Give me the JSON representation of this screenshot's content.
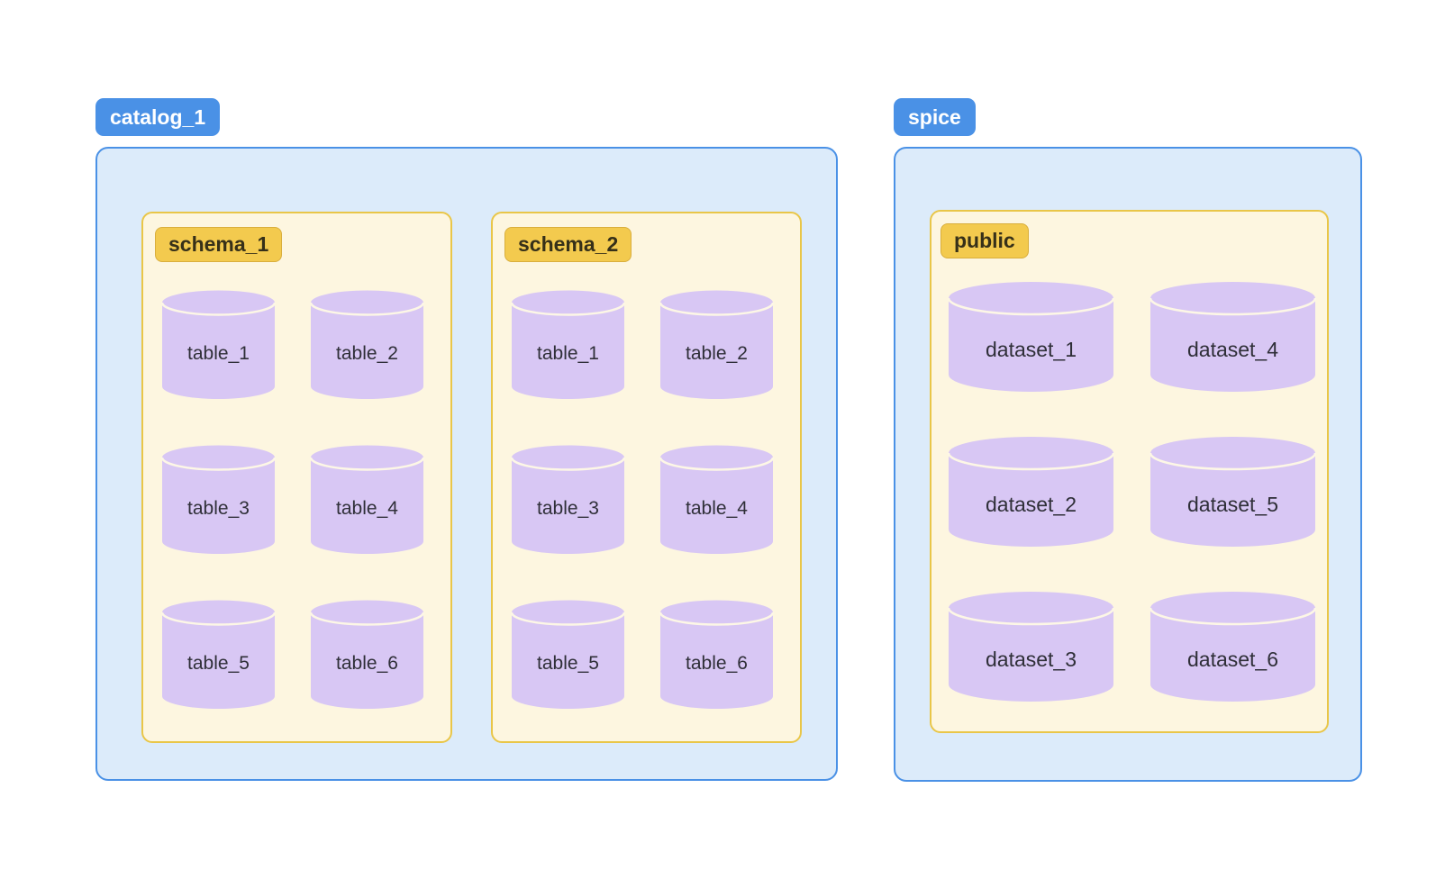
{
  "catalogs": [
    {
      "label": "catalog_1",
      "schemas": [
        {
          "label": "schema_1",
          "tables": [
            "table_1",
            "table_2",
            "table_3",
            "table_4",
            "table_5",
            "table_6"
          ]
        },
        {
          "label": "schema_2",
          "tables": [
            "table_1",
            "table_2",
            "table_3",
            "table_4",
            "table_5",
            "table_6"
          ]
        }
      ]
    },
    {
      "label": "spice",
      "schemas": [
        {
          "label": "public",
          "tables": [
            "dataset_1",
            "dataset_2",
            "dataset_3",
            "dataset_4",
            "dataset_5",
            "dataset_6"
          ]
        }
      ]
    }
  ],
  "colors": {
    "catalog_badge_bg": "#4a91e6",
    "catalog_badge_text": "#ffffff",
    "catalog_box_fill": "#dcebfa",
    "catalog_box_border": "#4a91e6",
    "schema_badge_bg": "#f3ca4e",
    "schema_badge_border": "#d9ae3c",
    "schema_badge_text": "#363019",
    "schema_box_fill": "#fdf6e0",
    "schema_box_border": "#e9c648",
    "cylinder_fill": "#d8c7f4",
    "cylinder_arc": "#fdf7e6",
    "label_text": "#2f2f38"
  }
}
